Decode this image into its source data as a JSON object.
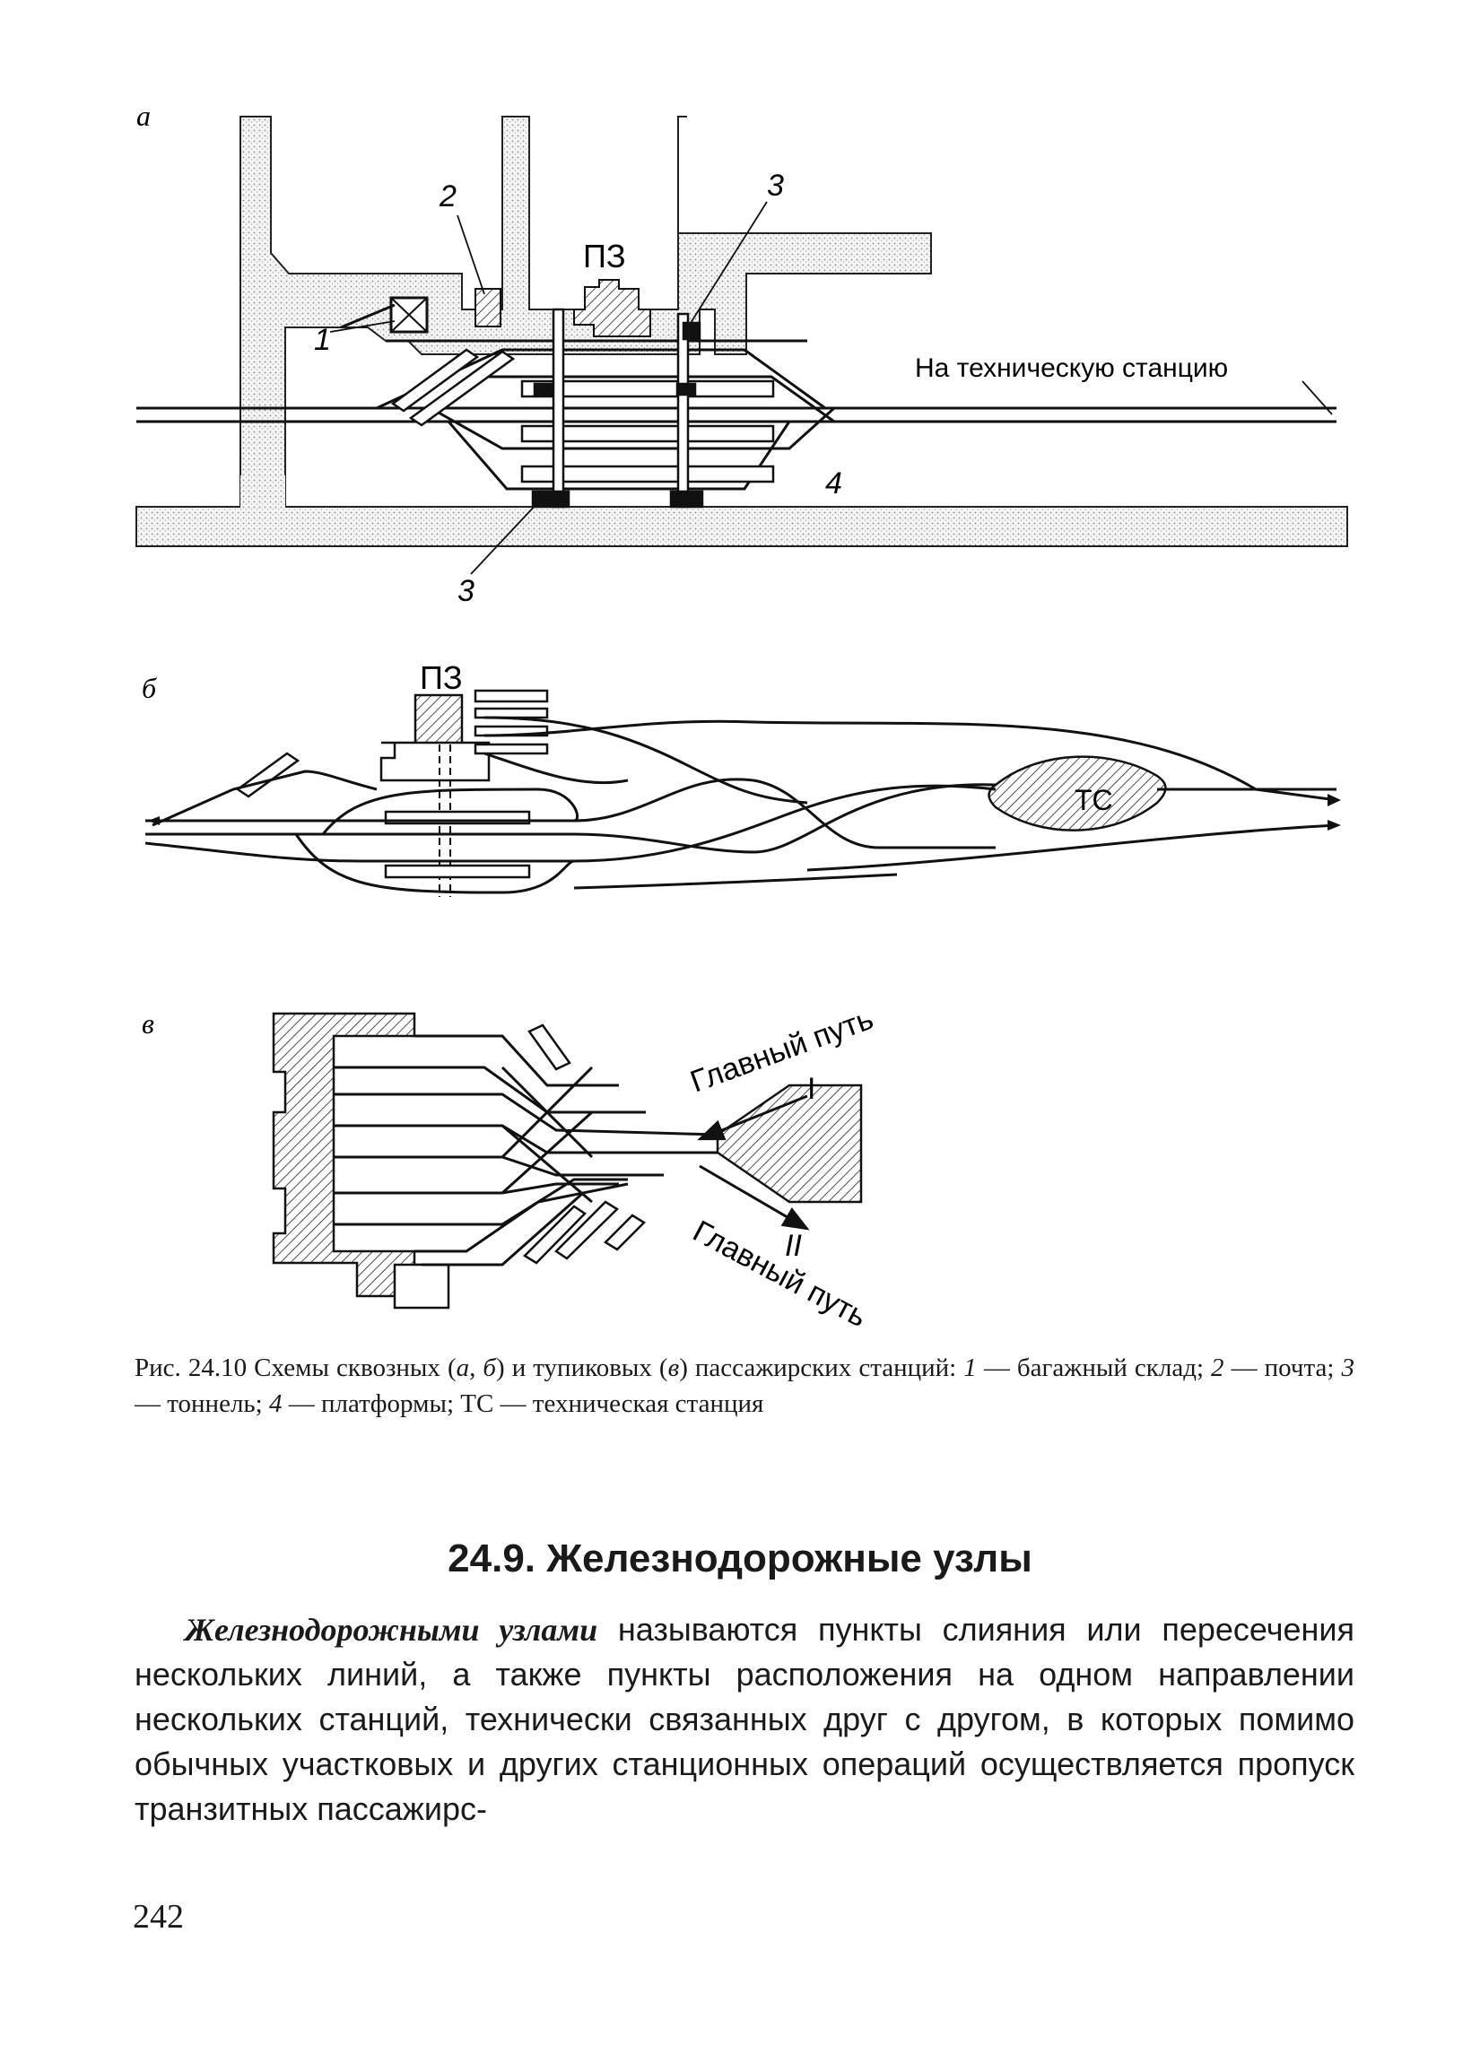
{
  "figure": {
    "panel_a": {
      "letter": "а",
      "building_label": "ПЗ",
      "callout_1": "1",
      "callout_2": "2",
      "callout_3_top": "3",
      "callout_3_bottom": "3",
      "callout_4": "4",
      "direction_label": "На техническую станцию"
    },
    "panel_b": {
      "letter": "б",
      "building_label": "ПЗ",
      "technical_station_label": "ТС"
    },
    "panel_v": {
      "letter": "в",
      "main_track_1_label": "Главный путь",
      "main_track_1_numeral": "I",
      "main_track_2_label": "Главный путь",
      "main_track_2_numeral": "II"
    }
  },
  "caption": {
    "prefix": "Рис. 24.10 Схемы сквозных (",
    "a": "а",
    "comma": ", ",
    "b": "б",
    "mid": ") и тупиковых (",
    "v": "в",
    "rest": ") пассажирских станций: ",
    "k1": "1",
    "t1": " — багажный склад; ",
    "k2": "2",
    "t2": " — почта; ",
    "k3": "3",
    "t3": " — тоннель; ",
    "k4": "4",
    "t4": " — платформы; ТС — техническая станция"
  },
  "section": {
    "heading": "24.9. Железнодорожные узлы",
    "term": "Железнодорожными узлами",
    "text": " называются пункты слияния или пересечения нескольких линий, а также пункты расположения на одном направлении нескольких станций, технически связанных друг с другом, в которых помимо обычных участковых и других станционных операций осуществляется пропуск транзитных пассажирс-"
  },
  "page_number": "242"
}
